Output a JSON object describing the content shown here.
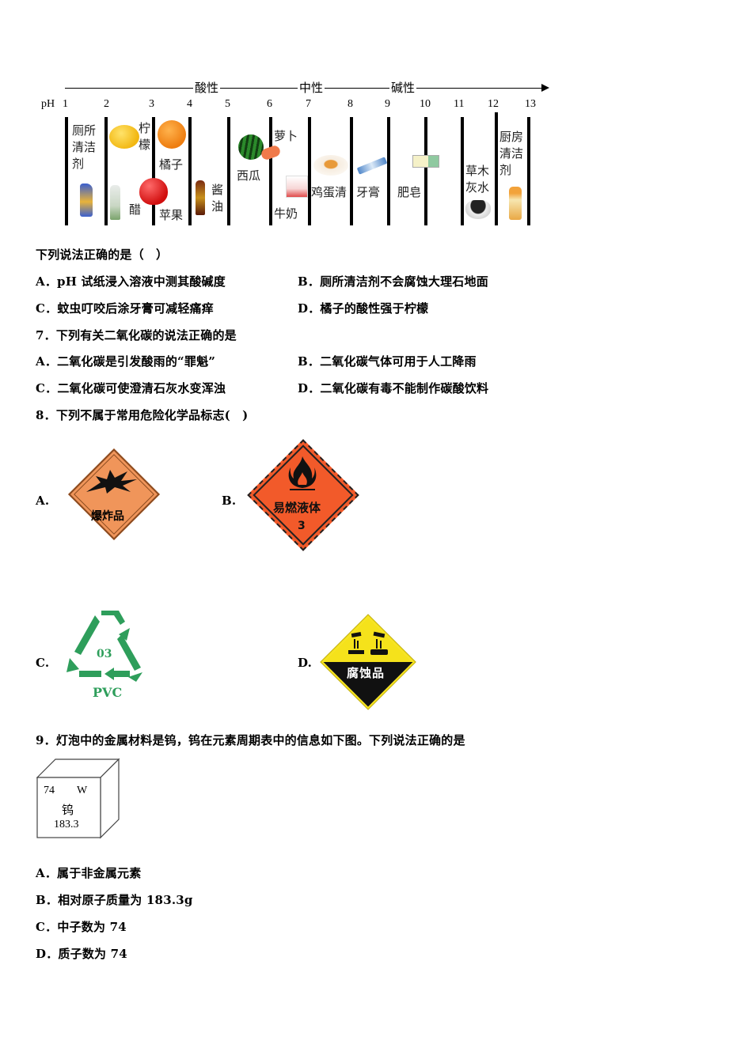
{
  "ph_chart": {
    "axis_label": "pH",
    "regions": [
      "酸性",
      "中性",
      "碱性"
    ],
    "ticks": [
      "1",
      "2",
      "3",
      "4",
      "5",
      "6",
      "7",
      "8",
      "9",
      "10",
      "11",
      "12",
      "13"
    ],
    "items": [
      {
        "name": "厕所清洁剂",
        "lines": [
          "厕所",
          "清洁",
          "剂"
        ]
      },
      {
        "name": "柠檬",
        "lines": [
          "柠",
          "檬"
        ]
      },
      {
        "name": "醋"
      },
      {
        "name": "橘子"
      },
      {
        "name": "苹果"
      },
      {
        "name": "酱油",
        "lines": [
          "酱",
          "油"
        ]
      },
      {
        "name": "西瓜"
      },
      {
        "name": "萝卜"
      },
      {
        "name": "牛奶"
      },
      {
        "name": "鸡蛋清"
      },
      {
        "name": "牙膏"
      },
      {
        "name": "肥皂"
      },
      {
        "name": "草木灰水",
        "lines": [
          "草木",
          "灰水"
        ]
      },
      {
        "name": "厨房清洁剂",
        "lines": [
          "厨房",
          "清洁",
          "剂"
        ]
      }
    ]
  },
  "q6": {
    "stem": "下列说法正确的是（　）",
    "options": [
      {
        "label": "A．",
        "text": "pH 试纸浸入溶液中测其酸碱度"
      },
      {
        "label": "B．",
        "text": "厕所清洁剂不会腐蚀大理石地面"
      },
      {
        "label": "C．",
        "text": "蚊虫叮咬后涂牙膏可减轻痛痒"
      },
      {
        "label": "D．",
        "text": "橘子的酸性强于柠檬"
      }
    ]
  },
  "q7": {
    "stem": "7．下列有关二氧化碳的说法正确的是",
    "options": [
      {
        "label": "A．",
        "text": "二氧化碳是引发酸雨的“罪魁”"
      },
      {
        "label": "B．",
        "text": "二氧化碳气体可用于人工降雨"
      },
      {
        "label": "C．",
        "text": "二氧化碳可使澄清石灰水变浑浊"
      },
      {
        "label": "D．",
        "text": "二氧化碳有毒不能制作碳酸饮料"
      }
    ]
  },
  "q8": {
    "stem": "8．下列不属于常用危险化学品标志(　)",
    "options": [
      {
        "label": "A.",
        "sign_text": "爆炸品",
        "color": "#F0955A"
      },
      {
        "label": "B.",
        "sign_text": "易燃液体",
        "sign_number": "3",
        "color": "#F25A2A"
      },
      {
        "label": "C.",
        "sign_code": "03",
        "sign_text": "PVC",
        "color": "#2E9E5B"
      },
      {
        "label": "D.",
        "sign_text": "腐蚀品",
        "color": "#F5E21B"
      }
    ]
  },
  "q9": {
    "stem": "9．灯泡中的金属材料是钨，钨在元素周期表中的信息如下图。下列说法正确的是",
    "element": {
      "number": "74",
      "symbol": "W",
      "name": "钨",
      "mass": "183.3"
    },
    "options": [
      {
        "label": "A．",
        "text": "属于非金属元素"
      },
      {
        "label": "B．",
        "text": "相对原子质量为 183.3g"
      },
      {
        "label": "C．",
        "text": "中子数为 74"
      },
      {
        "label": "D．",
        "text": "质子数为 74"
      }
    ]
  }
}
